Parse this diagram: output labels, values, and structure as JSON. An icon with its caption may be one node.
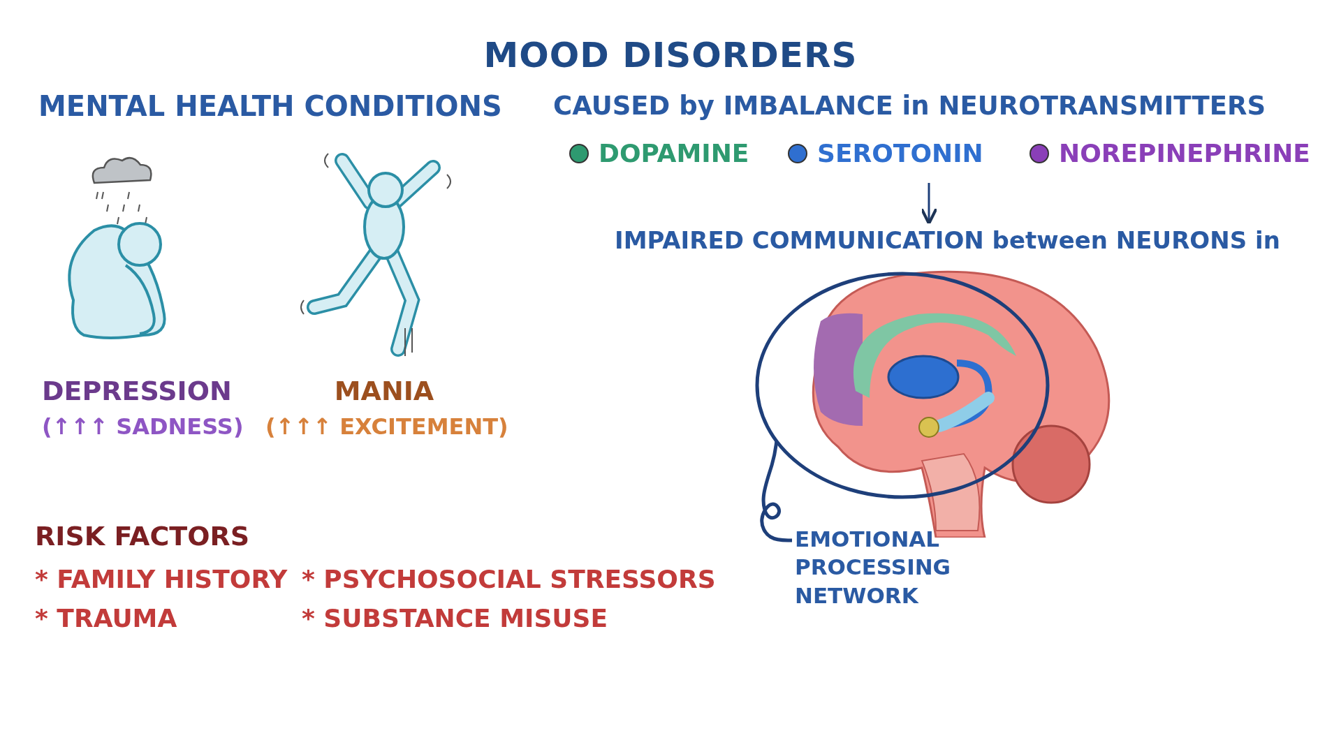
{
  "diagram": {
    "title": "MOOD DISORDERS",
    "nodes": [
      {
        "text": [
          "DEPRESSION",
          "(↑↑↑ SADNESS)"
        ]
      },
      {
        "text": [
          "MANIA",
          "(↑↑↑ EXCITEMENT)"
        ]
      },
      {
        "text": [
          "**IMPAIRED COMMUNICATION** between NEURONS in"
        ]
      },
      {
        "text": [],
        "shape": "picture"
      },
      {
        "text": [
          "EMOTIONAL PROCESSING NETWORK"
        ]
      }
    ],
    "edges": [
      {
        "from": null,
        "to": 2,
        "arrow": "to"
      },
      {
        "from": 4,
        "to": 3,
        "arrow": "none"
      }
    ],
    "labels": [
      "MENTAL HEALTH CONDITIONS",
      "CAUSED by **IMBALANCE** in NEUROTRANSMITTERS",
      "RISK FACTORS",
      "* FAMILY HISTORY",
      "* PSYCHOSOCIAL STRESSORS",
      "* TRAUMA",
      "* SUBSTANCE MISUSE"
    ],
    "legend": [
      {
        "text": "DOPAMINE",
        "color": "#2e9a70"
      },
      {
        "text": "SEROTONIN",
        "color": "#2f6fd0"
      },
      {
        "text": "NOREPINEPHRINE",
        "color": "#8a3fb8"
      }
    ]
  }
}
